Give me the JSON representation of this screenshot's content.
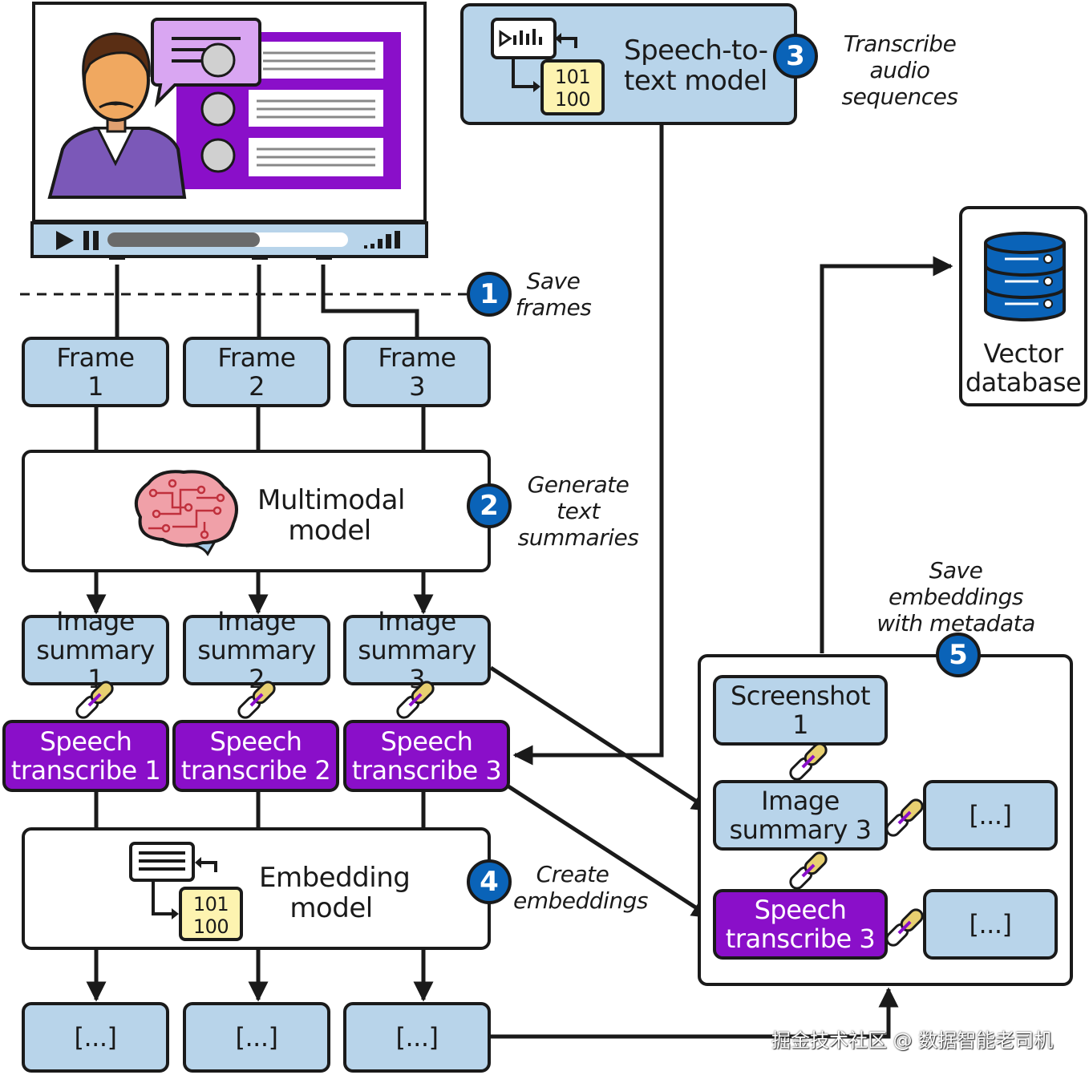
{
  "nodes": {
    "frame1": "Frame\n1",
    "frame2": "Frame\n2",
    "frame3": "Frame\n3",
    "multimodal": "Multimodal\nmodel",
    "img_sum1": "Image\nsummary 1",
    "img_sum2": "Image\nsummary 2",
    "img_sum3": "Image\nsummary 3",
    "speech1": "Speech\ntranscribe 1",
    "speech2": "Speech\ntranscribe 2",
    "speech3": "Speech\ntranscribe 3",
    "embedding": "Embedding\nmodel",
    "emb_out1": "[...]",
    "emb_out2": "[...]",
    "emb_out3": "[...]",
    "stt": "Speech-to-\ntext model",
    "vector_db": "Vector\ndatabase",
    "screenshot1": "Screenshot\n1",
    "db_img_sum3": "Image\nsummary 3",
    "db_speech3": "Speech\ntranscribe 3",
    "db_vec_a": "[...]",
    "db_vec_b": "[...]",
    "bin_top_stt": "101",
    "bin_bottom_stt": "100",
    "bin_top_emb": "101",
    "bin_bottom_emb": "100"
  },
  "steps": [
    {
      "number": "1",
      "label": "Save\nframes"
    },
    {
      "number": "2",
      "label": "Generate text\nsummaries"
    },
    {
      "number": "3",
      "label": "Transcribe audio\nsequences"
    },
    {
      "number": "4",
      "label": "Create\nembeddings"
    },
    {
      "number": "5",
      "label": "Save embeddings\nwith metadata"
    }
  ],
  "watermark": "掘金技术社区 @ 数据智能老司机",
  "colors": {
    "box_blue": "#b8d4ea",
    "box_purple": "#8a0fc9",
    "badge_blue": "#0a63b8",
    "binary_yellow": "#fdf3b0",
    "slide_purple": "#8a0fc9",
    "bubble_lilac": "#d9a6f2"
  },
  "icons": [
    "video-player-icon",
    "brain-icon",
    "database-icon",
    "document-binary-icon",
    "audio-binary-icon",
    "chain-link-icon"
  ]
}
